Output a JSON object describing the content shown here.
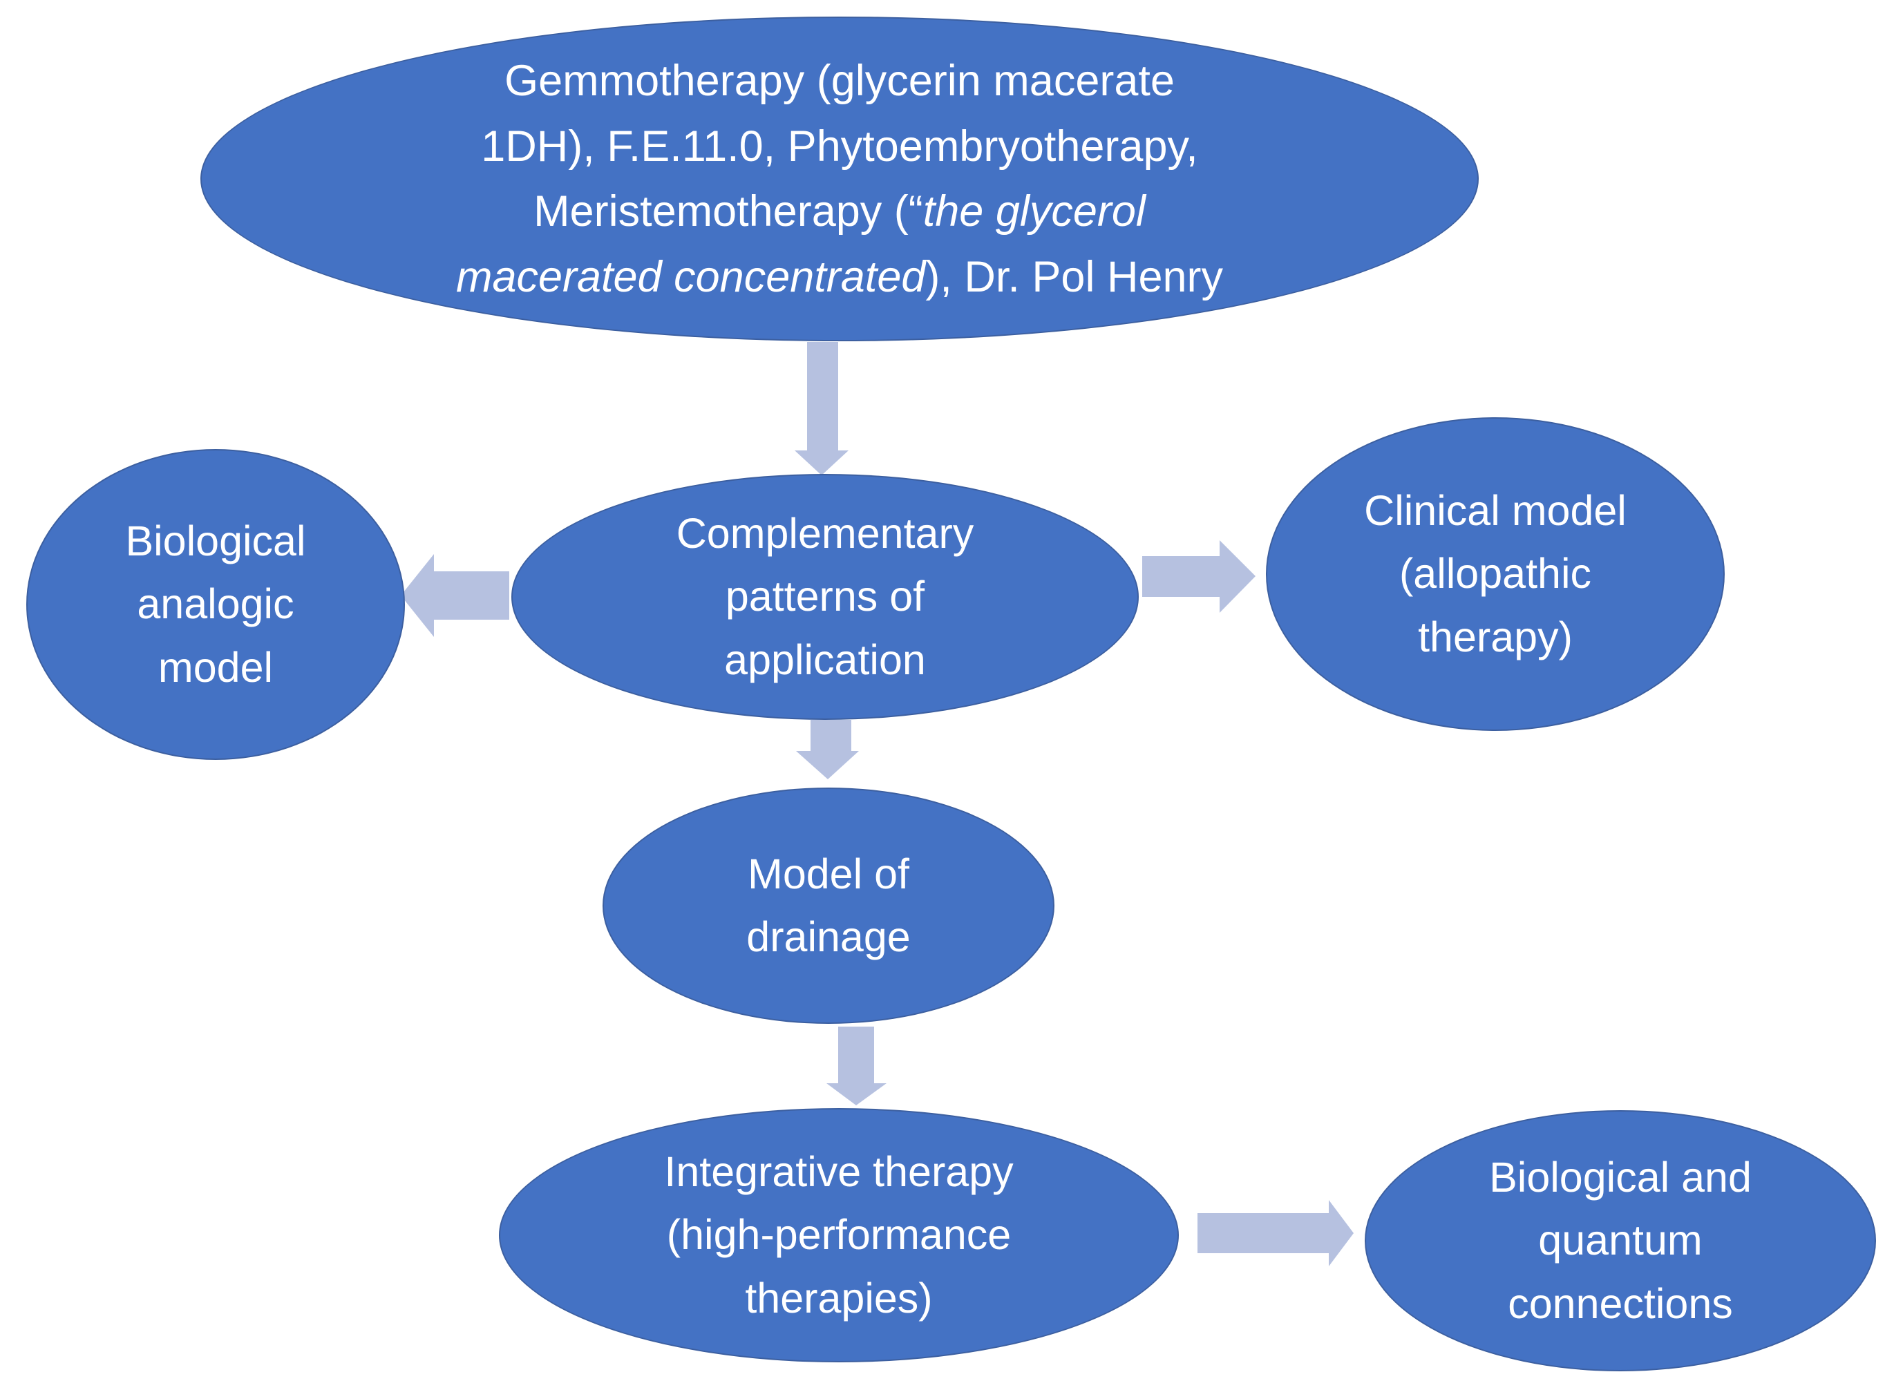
{
  "diagram": {
    "type": "flowchart",
    "background_color": "#ffffff",
    "node_fill_color": "#4472c4",
    "node_text_color": "#ffffff",
    "arrow_fill_color": "#b6c1e0"
  },
  "nodes": {
    "gemmotherapy": {
      "line1": "Gemmotherapy (glycerin macerate",
      "line2": "1DH), F.E.11.0, Phytoembryotherapy,",
      "line3_regular": "Meristemotherapy (“",
      "line3_italic": "the glycerol",
      "line4_italic": "macerated concentrated",
      "line4_regular": "), Dr. Pol Henry"
    },
    "biological_analogic": {
      "lines": [
        "Biological",
        "analogic",
        "model"
      ]
    },
    "complementary": {
      "lines": [
        "Complementary",
        "patterns of",
        "application"
      ]
    },
    "clinical": {
      "lines": [
        "Clinical model",
        "(allopathic",
        "therapy)"
      ]
    },
    "drainage": {
      "lines": [
        "Model of",
        "drainage"
      ]
    },
    "integrative": {
      "lines": [
        "Integrative therapy",
        "(high-performance",
        "therapies)"
      ]
    },
    "quantum": {
      "lines": [
        "Biological and",
        "quantum",
        "connections"
      ]
    }
  },
  "connections": [
    {
      "from": "gemmotherapy",
      "to": "complementary",
      "direction": "down"
    },
    {
      "from": "complementary",
      "to": "biological_analogic",
      "direction": "left"
    },
    {
      "from": "complementary",
      "to": "clinical",
      "direction": "right"
    },
    {
      "from": "complementary",
      "to": "drainage",
      "direction": "down"
    },
    {
      "from": "drainage",
      "to": "integrative",
      "direction": "down"
    },
    {
      "from": "integrative",
      "to": "quantum",
      "direction": "right"
    }
  ]
}
